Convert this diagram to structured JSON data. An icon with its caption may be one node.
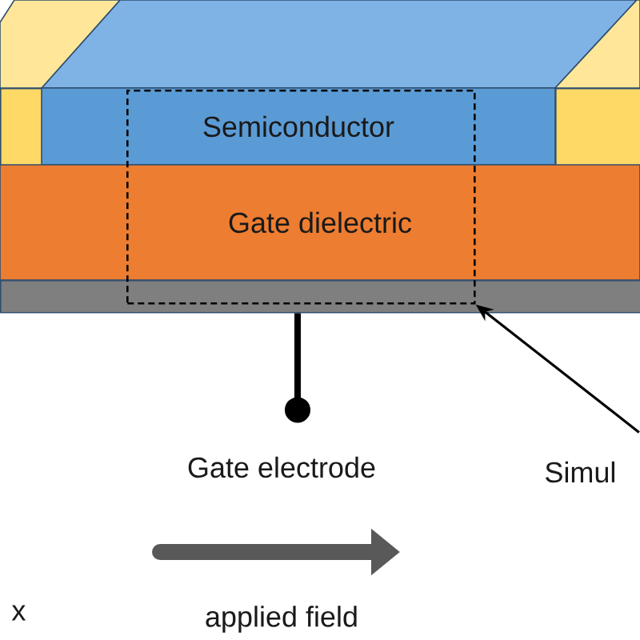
{
  "diagram": {
    "nodes": [
      {
        "text": [],
        "shape": "box"
      },
      {
        "text": [
          "Semiconductor"
        ]
      },
      {
        "text": [],
        "shape": "box"
      },
      {
        "text": [
          "Gate dielectric"
        ]
      },
      {
        "text": [],
        "shape": "box"
      },
      {
        "text": [],
        "shape": "box"
      },
      {
        "text": [
          "Gate electrode"
        ]
      },
      {
        "text": [
          "Simul"
        ]
      }
    ],
    "edges": [
      {
        "from": 6,
        "to": 4,
        "arrow": "other",
        "style": "thick"
      },
      {
        "from": 7,
        "to": 5,
        "arrow": "to"
      }
    ],
    "labels": [
      "x",
      "applied field"
    ]
  }
}
